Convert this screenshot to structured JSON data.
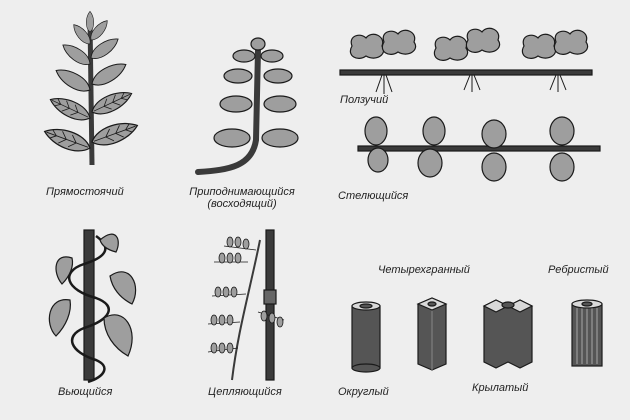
{
  "colors": {
    "background": "#eeeeee",
    "stem": "#3a3a3a",
    "leaf": "#9e9e9e",
    "outline": "#1a1a1a",
    "prism": "#555555"
  },
  "labels": {
    "erect": "Прямостоячий",
    "ascending_1": "Приподнимающийся",
    "ascending_2": "(восходящий)",
    "creeping": "Ползучий",
    "prostrate": "Стелющийся",
    "twining": "Вьющийся",
    "climbing": "Цепляющийся",
    "tetragonal": "Четырехгранный",
    "ribbed": "Ребристый",
    "round": "Округлый",
    "winged": "Крылатый"
  }
}
